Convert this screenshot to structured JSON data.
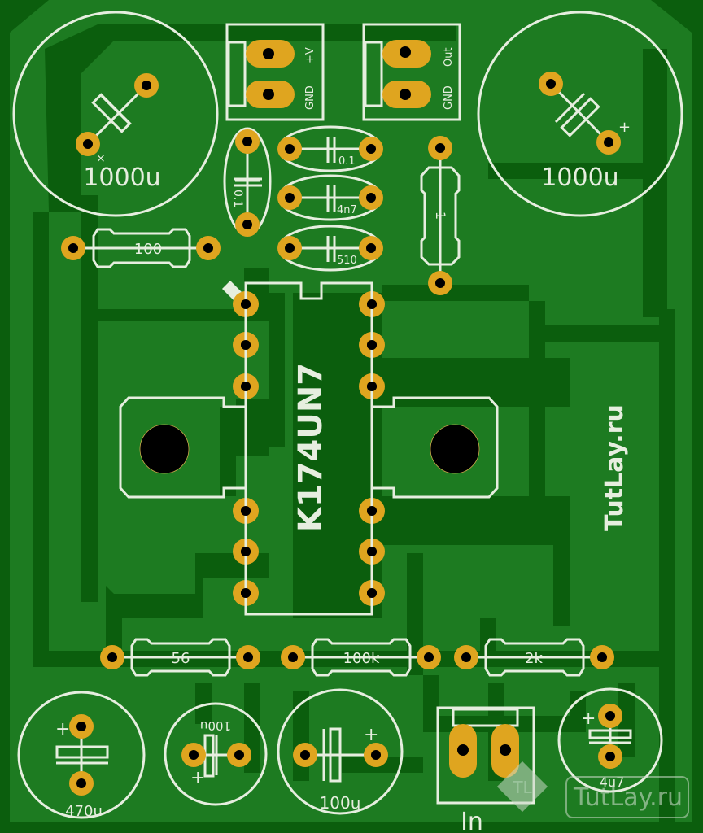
{
  "board": {
    "colors": {
      "copper_fill": "#1d7b21",
      "trace_gap": "#0b5e0d",
      "pad": "#dfa51f",
      "silkscreen": "#e6eedf"
    },
    "ic": {
      "ref": "K174UN7",
      "pins": 12
    },
    "brand_vertical": "TutLay.ru",
    "watermark": {
      "logo": "TL",
      "text": "TutLay.ru"
    },
    "connectors": {
      "power": {
        "pin1": "+V",
        "pin2": "GND"
      },
      "output": {
        "pin1": "Out",
        "pin2": "GND"
      },
      "input": {
        "label": "In"
      }
    },
    "capacitors": {
      "c_left_big": "1000u",
      "c_right_big": "1000u",
      "c_vertical": "0.1",
      "c_small_1": "0.1",
      "c_small_2": "4n7",
      "c_small_3": "510",
      "c_470": "470u",
      "c_100_small": "100u",
      "c_100_mid": "100u",
      "c_4u7": "4u7",
      "plus_mark": "+",
      "x_mark": "×"
    },
    "resistors": {
      "r_100": "100",
      "r_1": "1",
      "r_56": "56",
      "r_100k": "100k",
      "r_2k": "2k"
    }
  }
}
